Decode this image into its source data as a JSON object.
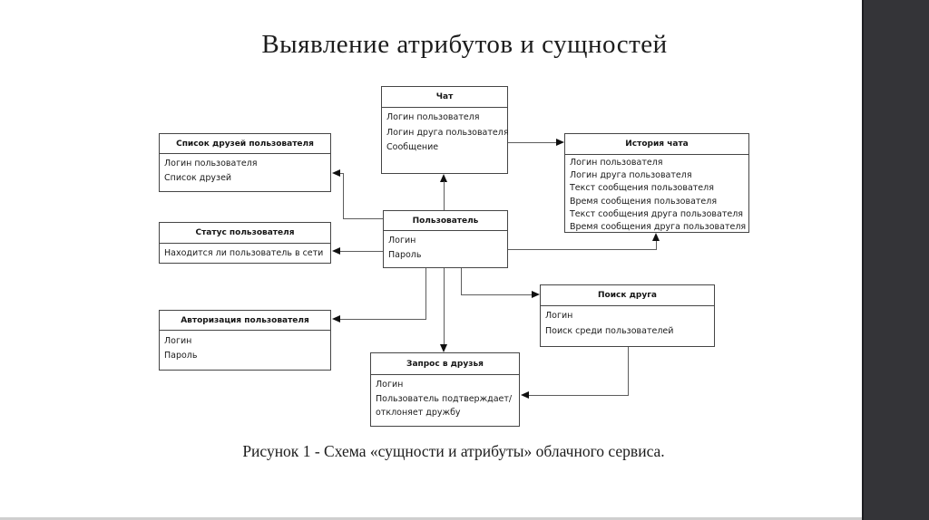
{
  "slide": {
    "title": "Выявление атрибутов и сущностей",
    "caption": "Рисунок 1 - Схема «сущности и атрибуты» облачного сервиса."
  },
  "entities": {
    "chat": {
      "title": "Чат",
      "attributes": [
        "Логин пользователя",
        "Логин друга пользователя",
        "Сообщение"
      ]
    },
    "friends_list": {
      "title": "Список друзей пользователя",
      "attributes": [
        "Логин пользователя",
        "Список друзей"
      ]
    },
    "chat_history": {
      "title": "История чата",
      "attributes": [
        "Логин пользователя",
        "Логин друга пользователя",
        "Текст сообщения пользователя",
        "Время сообщения пользователя",
        "Текст сообщения друга пользователя",
        "Время сообщения друга пользователя"
      ]
    },
    "user_status": {
      "title": "Статус пользователя",
      "attributes": [
        "Находится ли пользователь в сети"
      ]
    },
    "user": {
      "title": "Пользователь",
      "attributes": [
        "Логин",
        "Пароль"
      ]
    },
    "authorization": {
      "title": "Авторизация пользователя",
      "attributes": [
        "Логин",
        "Пароль"
      ]
    },
    "friend_search": {
      "title": "Поиск друга",
      "attributes": [
        "Логин",
        "Поиск среди пользователей"
      ]
    },
    "friend_request": {
      "title": "Запрос в друзья",
      "attributes": [
        "Логин",
        "Пользователь подтверждает/",
        "отклоняет дружбу"
      ]
    }
  },
  "connections": [
    {
      "from": "user",
      "to": "chat"
    },
    {
      "from": "chat",
      "to": "chat_history"
    },
    {
      "from": "user",
      "to": "friends_list"
    },
    {
      "from": "user",
      "to": "user_status"
    },
    {
      "from": "user",
      "to": "chat_history"
    },
    {
      "from": "user",
      "to": "authorization"
    },
    {
      "from": "user",
      "to": "friend_request"
    },
    {
      "from": "user",
      "to": "friend_search"
    },
    {
      "from": "friend_search",
      "to": "friend_request"
    }
  ],
  "colors": {
    "background": "#ffffff",
    "sidebar": "#343438",
    "sidebar_edge": "#1d1d21",
    "box_border": "#454545",
    "connector_line": "#5d5d5d",
    "arrowhead": "#101010",
    "text": "#1a1a1a"
  }
}
